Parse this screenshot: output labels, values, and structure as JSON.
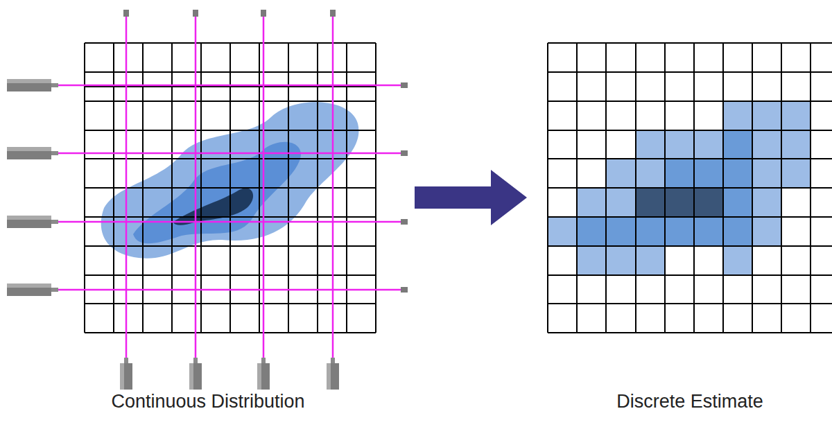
{
  "diagram": {
    "nodes": [
      {
        "text": [
          "Continuous Distribution"
        ]
      },
      {
        "text": [
          "Discrete Estimate"
        ]
      }
    ],
    "edges": [
      {
        "from": 0,
        "to": 1,
        "arrow": "to"
      }
    ]
  }
}
